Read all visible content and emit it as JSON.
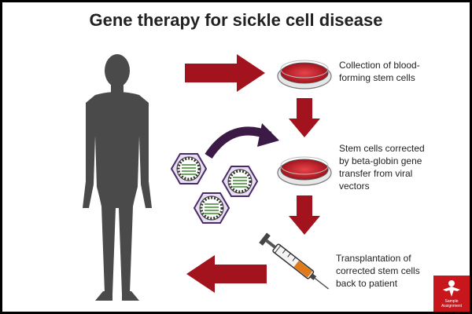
{
  "title": "Gene therapy for sickle cell disease",
  "steps": [
    {
      "text": "Collection of blood-forming stem cells"
    },
    {
      "text": "Stem cells corrected by beta-globin gene transfer from viral vectors"
    },
    {
      "text": "Transplantation of corrected stem cells back to patient"
    }
  ],
  "colors": {
    "arrow": "#a3131d",
    "curved_arrow": "#3b1a45",
    "silhouette": "#4a4a4a",
    "dish_fill": "#c8161d",
    "brand": "#c8161d"
  },
  "icons": [
    "human-silhouette-icon",
    "petri-dish-icon",
    "viral-vector-icon",
    "syringe-icon",
    "curved-arrow-icon"
  ],
  "watermark": {
    "text": "Sample Assignment"
  }
}
